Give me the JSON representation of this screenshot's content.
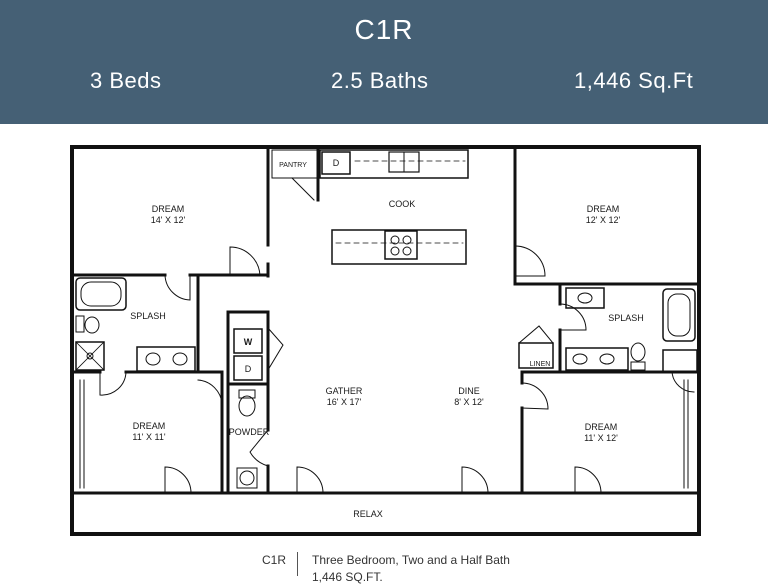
{
  "header": {
    "title": "C1R",
    "beds": "3 Beds",
    "baths": "2.5 Baths",
    "sqft": "1,446 Sq.Ft"
  },
  "rooms": {
    "dream_tl": {
      "name": "DREAM",
      "size": "14' X 12'"
    },
    "dream_tr": {
      "name": "DREAM",
      "size": "12' X 12'"
    },
    "dream_bl": {
      "name": "DREAM",
      "size": "11' X 11'"
    },
    "dream_br": {
      "name": "DREAM",
      "size": "11' X 12'"
    },
    "gather": {
      "name": "GATHER",
      "size": "16' X 17'"
    },
    "dine": {
      "name": "DINE",
      "size": "8' X 12'"
    },
    "cook": "COOK",
    "pantry": "PANTRY",
    "splash_left": "SPLASH",
    "splash_right": "SPLASH",
    "powder": "POWDER",
    "linen": "LINEN",
    "relax": "RELAX"
  },
  "appliances": {
    "dishwasher": "D",
    "washer": "W",
    "dryer": "D"
  },
  "footer": {
    "code": "C1R",
    "description": "Three Bedroom, Two and a Half Bath",
    "area": "1,446 SQ.FT."
  },
  "colors": {
    "header_bg": "#456075",
    "wall": "#111111"
  }
}
